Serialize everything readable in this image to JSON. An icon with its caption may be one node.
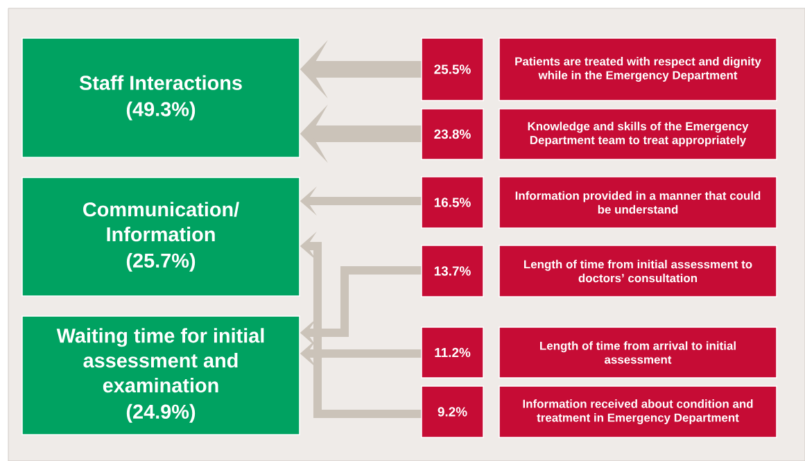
{
  "diagram": {
    "nodes": [
      {
        "text": [
          "Staff Interactions",
          "(49.3%)"
        ]
      },
      {
        "text": [
          "Communication/ Information",
          "(25.7%)"
        ]
      },
      {
        "text": [
          "Waiting time for initial assessment and examination",
          "(24.9%)"
        ]
      },
      {
        "text": [
          "25.5%"
        ]
      },
      {
        "text": [
          "23.8%"
        ]
      },
      {
        "text": [
          "16.5%"
        ]
      },
      {
        "text": [
          "13.7%"
        ]
      },
      {
        "text": [
          "11.2%"
        ]
      },
      {
        "text": [
          "9.2%"
        ]
      },
      {
        "text": [
          "Patients are treated with respect and dignity while in the Emergency Department"
        ]
      },
      {
        "text": [
          "Knowledge and skills of the Emergency Department team to treat appropriately"
        ]
      },
      {
        "text": [
          "Information provided in a manner that could be understand"
        ]
      },
      {
        "text": [
          "Length of time from initial assessment to doctors’ consultation"
        ]
      },
      {
        "text": [
          "Length of time from arrival to initial assessment"
        ]
      },
      {
        "text": [
          "Information received about condition and treatment in Emergency Department"
        ]
      }
    ],
    "edges": [
      {
        "from": 3,
        "to": 0,
        "arrow": "to",
        "style": "thick"
      },
      {
        "from": 4,
        "to": 0,
        "arrow": "to",
        "style": "thick"
      },
      {
        "from": 5,
        "to": 1,
        "arrow": "to"
      },
      {
        "from": 6,
        "to": 2,
        "arrow": "to"
      },
      {
        "from": 7,
        "to": 2,
        "arrow": "to"
      },
      {
        "from": 8,
        "to": 1,
        "arrow": "to"
      }
    ]
  }
}
